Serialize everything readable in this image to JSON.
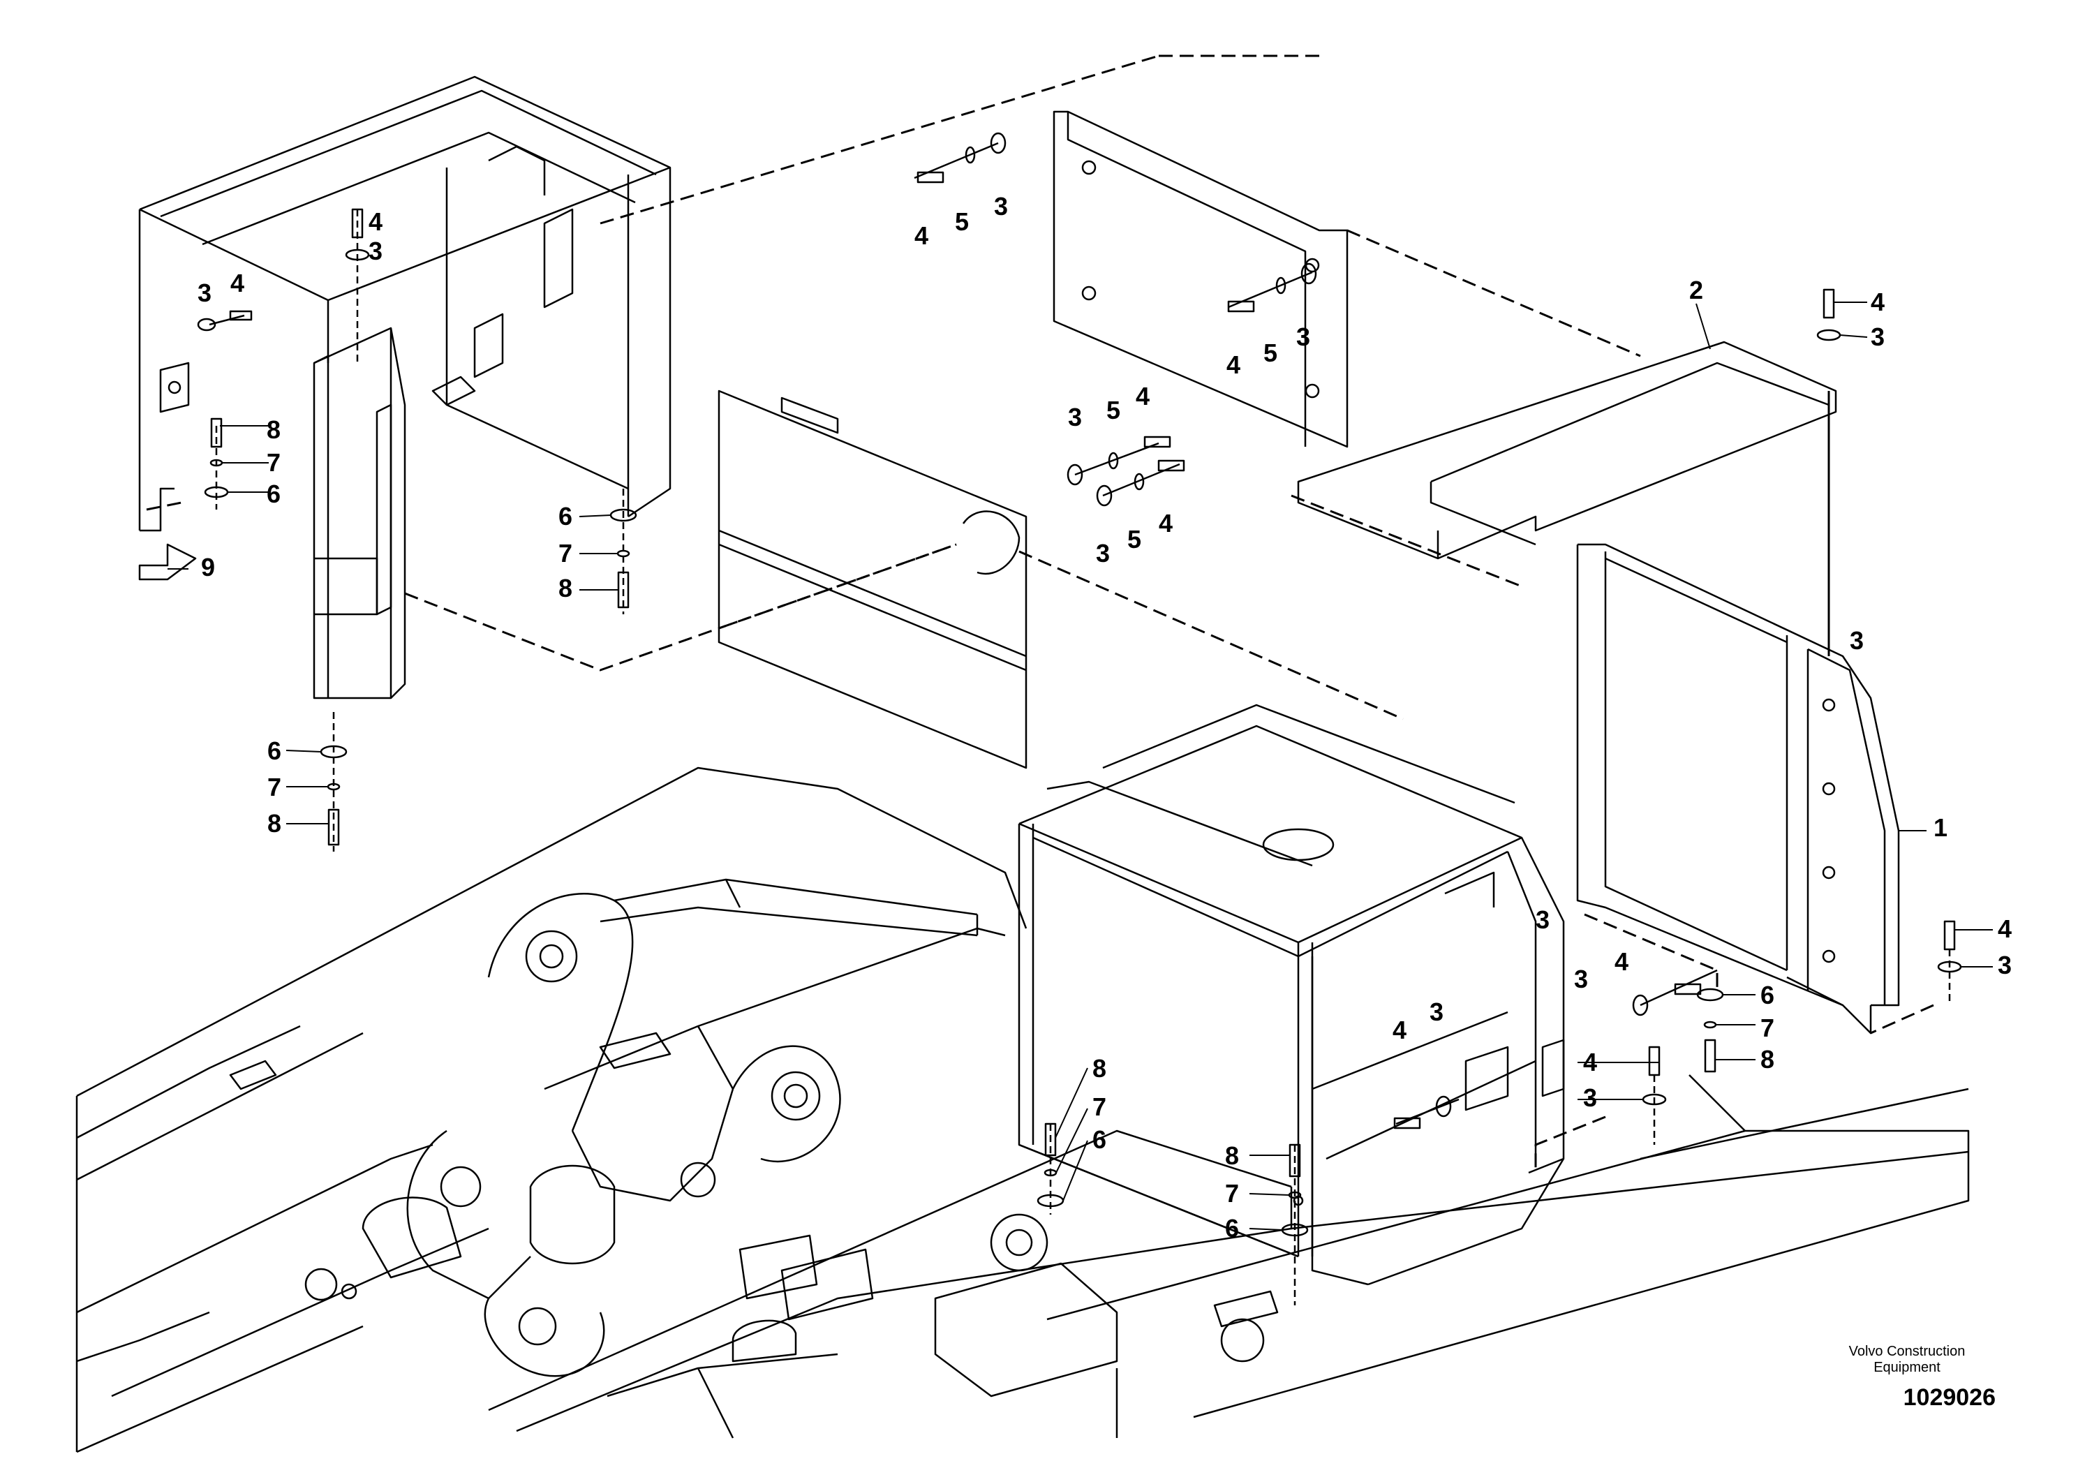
{
  "callouts": {
    "c1": "1",
    "c2": "2",
    "c3a": "3",
    "c3b": "3",
    "c3c": "3",
    "c3d": "3",
    "c3e": "3",
    "c3f": "3",
    "c3g": "3",
    "c3h": "3",
    "c3i": "3",
    "c3j": "3",
    "c3k": "3",
    "c3l": "3",
    "c3m": "3",
    "c4a": "4",
    "c4b": "4",
    "c4c": "4",
    "c4d": "4",
    "c4e": "4",
    "c4f": "4",
    "c4g": "4",
    "c4h": "4",
    "c4i": "4",
    "c4j": "4",
    "c4k": "4",
    "c5a": "5",
    "c5b": "5",
    "c5c": "5",
    "c5d": "5",
    "c6a": "6",
    "c6b": "6",
    "c6c": "6",
    "c6d": "6",
    "c6e": "6",
    "c6f": "6",
    "c7a": "7",
    "c7b": "7",
    "c7c": "7",
    "c7d": "7",
    "c7e": "7",
    "c7f": "7",
    "c8a": "8",
    "c8b": "8",
    "c8c": "8",
    "c8d": "8",
    "c8e": "8",
    "c8f": "8",
    "c9": "9"
  },
  "footer": {
    "brand_line1": "Volvo Construction",
    "brand_line2": "Equipment",
    "drawing_number": "1029026"
  }
}
